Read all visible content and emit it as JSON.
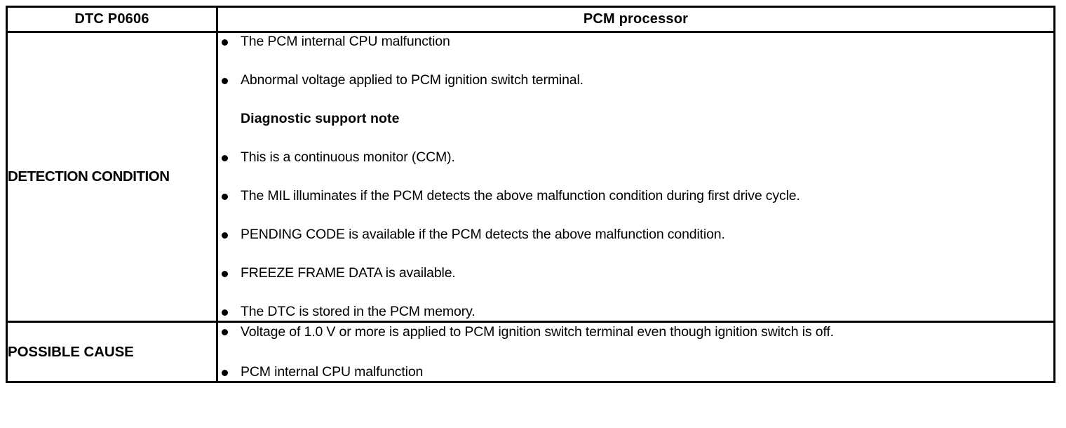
{
  "document": {
    "type": "diagnostic-trouble-code-table"
  },
  "table": {
    "header": {
      "code_label": "DTC P0606",
      "title": "PCM processor"
    },
    "rows": [
      {
        "label": "DETECTION CONDITION",
        "items": [
          {
            "kind": "bullet",
            "text": "The PCM internal CPU malfunction"
          },
          {
            "kind": "bullet",
            "text": "Abnormal voltage applied to PCM ignition switch terminal."
          },
          {
            "kind": "note",
            "text": "Diagnostic support note"
          },
          {
            "kind": "bullet",
            "text": "This is a continuous monitor (CCM)."
          },
          {
            "kind": "bullet",
            "text": "The MIL illuminates if the PCM detects the above malfunction condition during first drive cycle."
          },
          {
            "kind": "bullet",
            "text": "PENDING CODE is available if the PCM detects the above malfunction condition."
          },
          {
            "kind": "bullet",
            "text": "FREEZE FRAME DATA is available."
          },
          {
            "kind": "bullet",
            "text": "The DTC is stored in the PCM memory."
          }
        ]
      },
      {
        "label": "POSSIBLE CAUSE",
        "items": [
          {
            "kind": "bullet",
            "text": "Voltage of 1.0 V or more is applied to PCM ignition switch terminal even though ignition switch is off."
          },
          {
            "kind": "bullet",
            "text": "PCM internal CPU malfunction"
          }
        ]
      }
    ]
  },
  "colors": {
    "ink": "#000000",
    "paper": "#ffffff"
  }
}
